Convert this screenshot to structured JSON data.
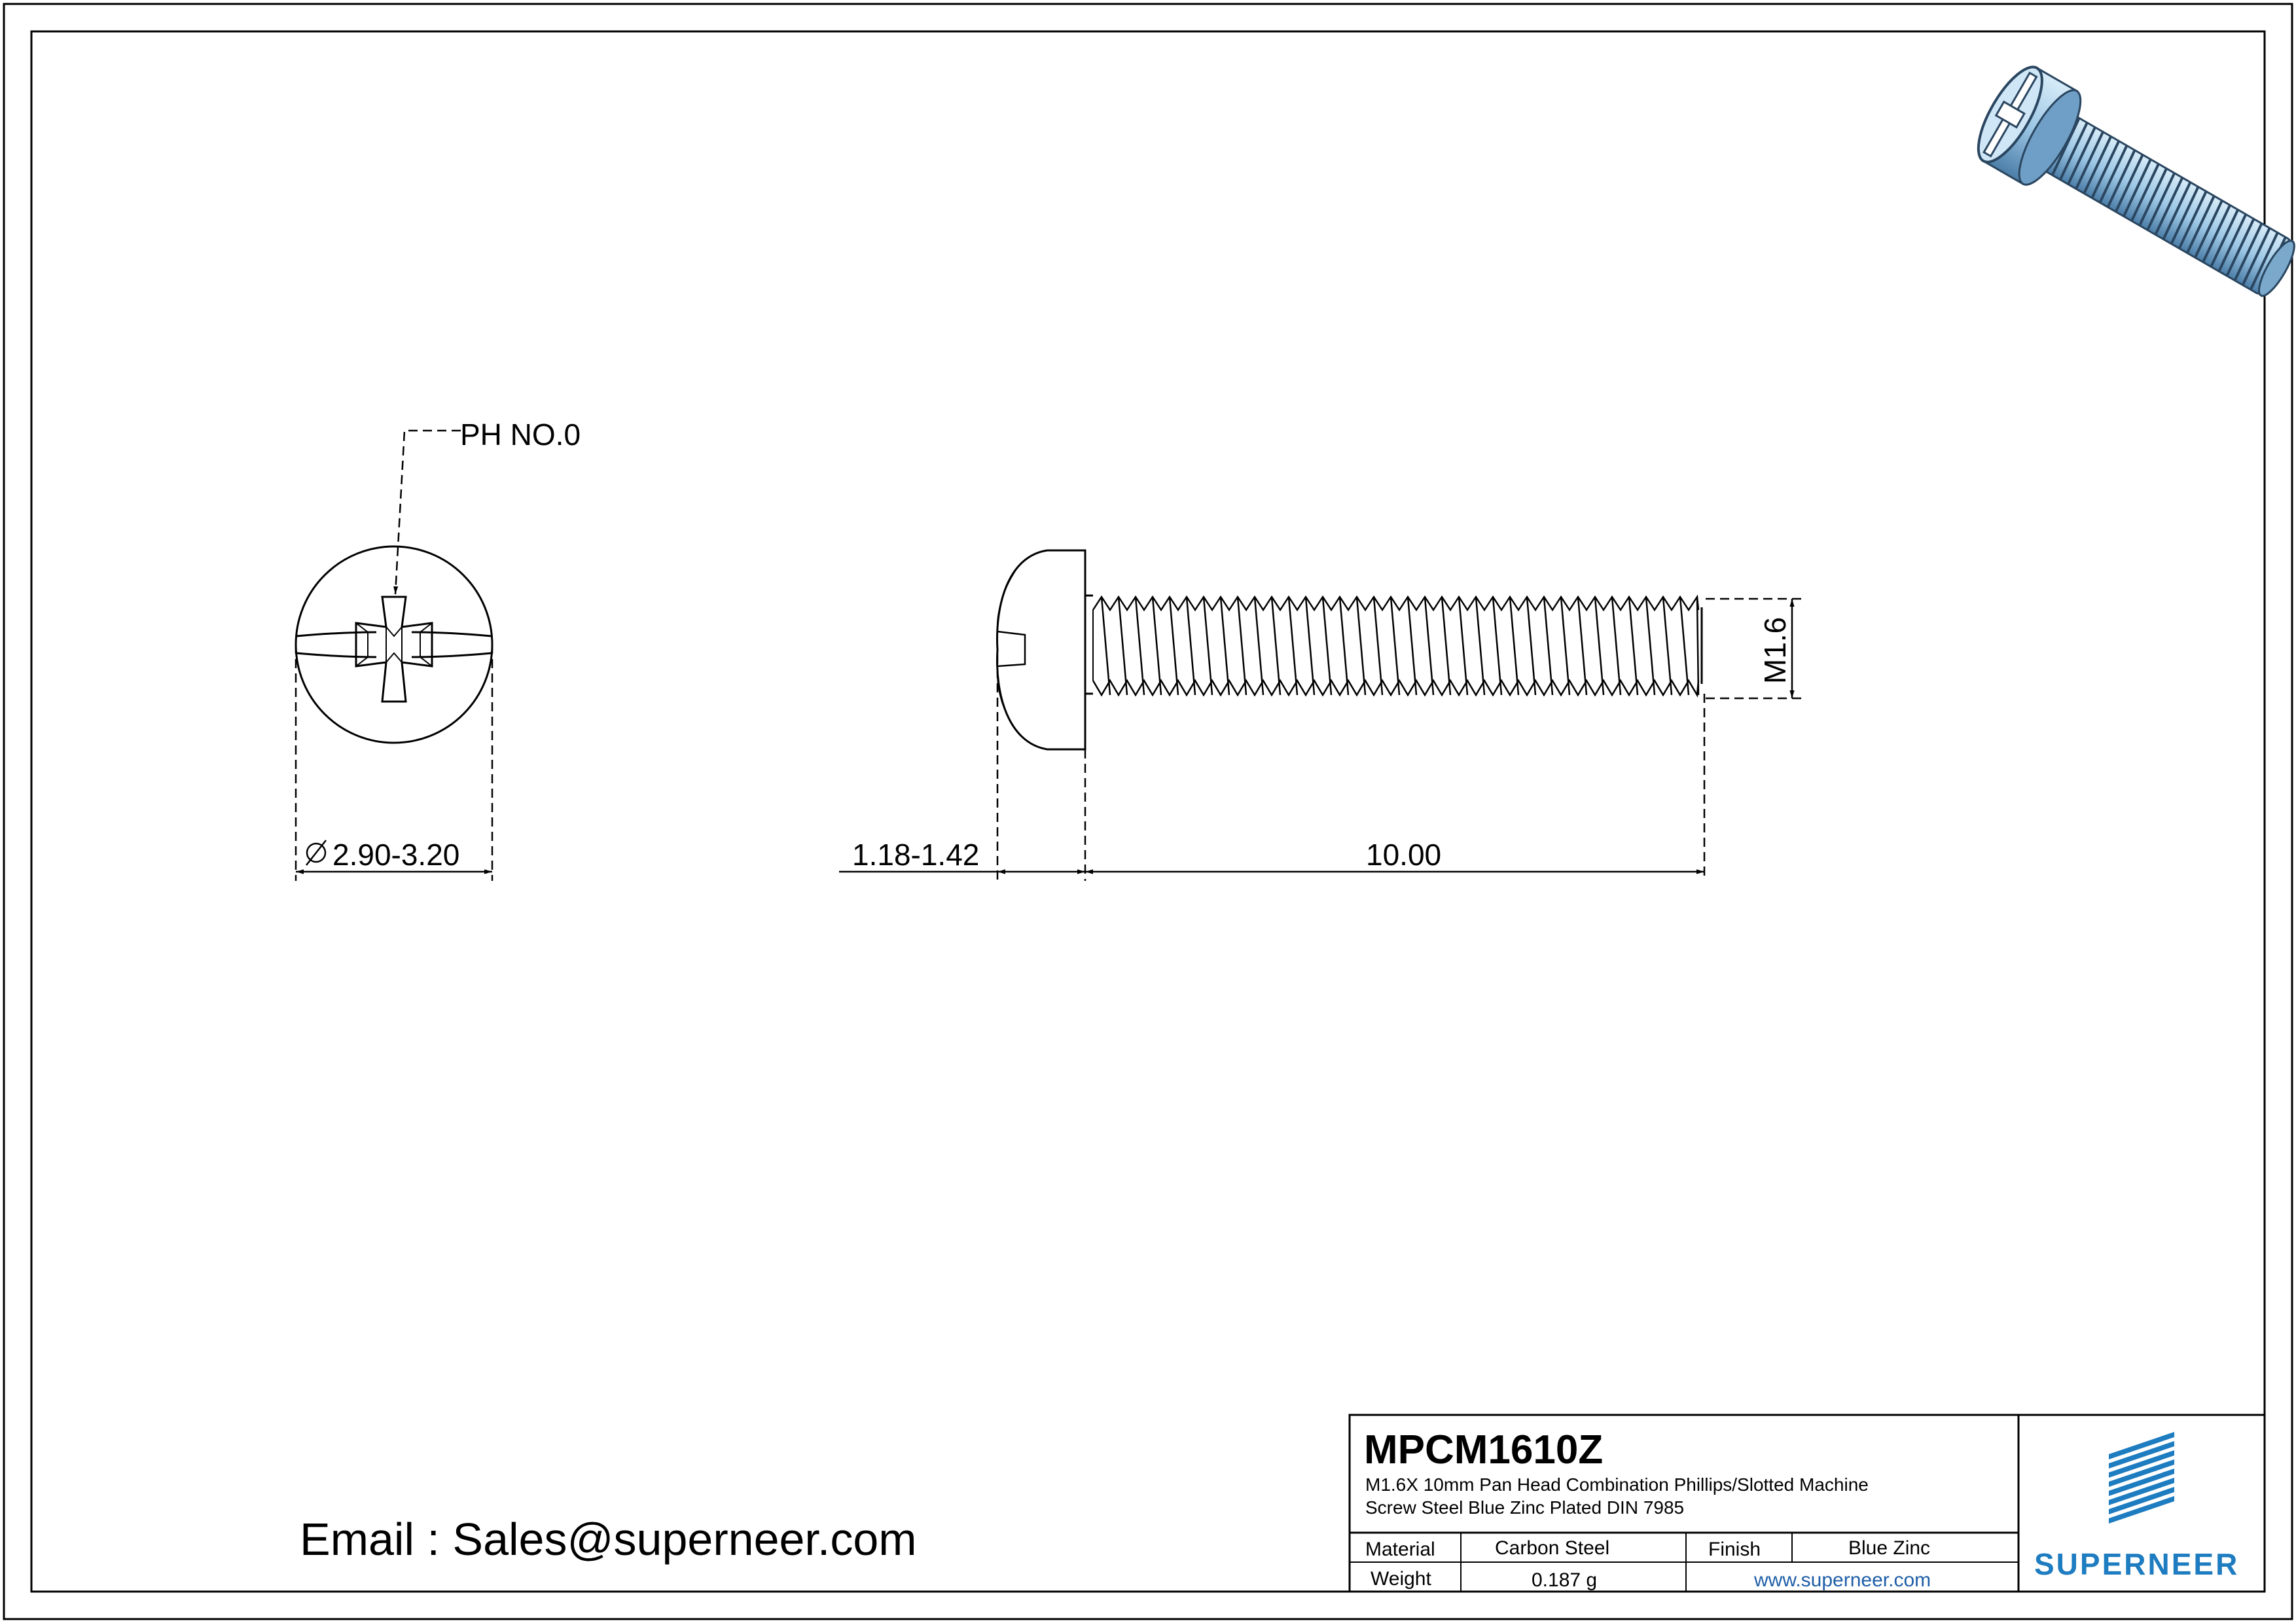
{
  "drawing": {
    "callout_drive": "PH NO.0",
    "dim_head_diameter": "2.90-3.20",
    "dim_head_height": "1.18-1.42",
    "dim_length": "10.00",
    "dim_thread": "M1.6"
  },
  "email": "Email : Sales@superneer.com",
  "title_block": {
    "part_number": "MPCM1610Z",
    "description_line1": "M1.6X 10mm  Pan Head Combination Phillips/Slotted Machine",
    "description_line2": "Screw Steel Blue Zinc Plated DIN 7985",
    "material_label": "Material",
    "material_value": "Carbon Steel",
    "finish_label": "Finish",
    "finish_value": "Blue Zinc",
    "weight_label": "Weight",
    "weight_value": "0.187 g",
    "website": "www.superneer.com",
    "brand": "SUPERNEER"
  },
  "colors": {
    "line": "#000000",
    "brand_blue": "#1e7cc0",
    "screw_blue": "#9ec8e6"
  }
}
